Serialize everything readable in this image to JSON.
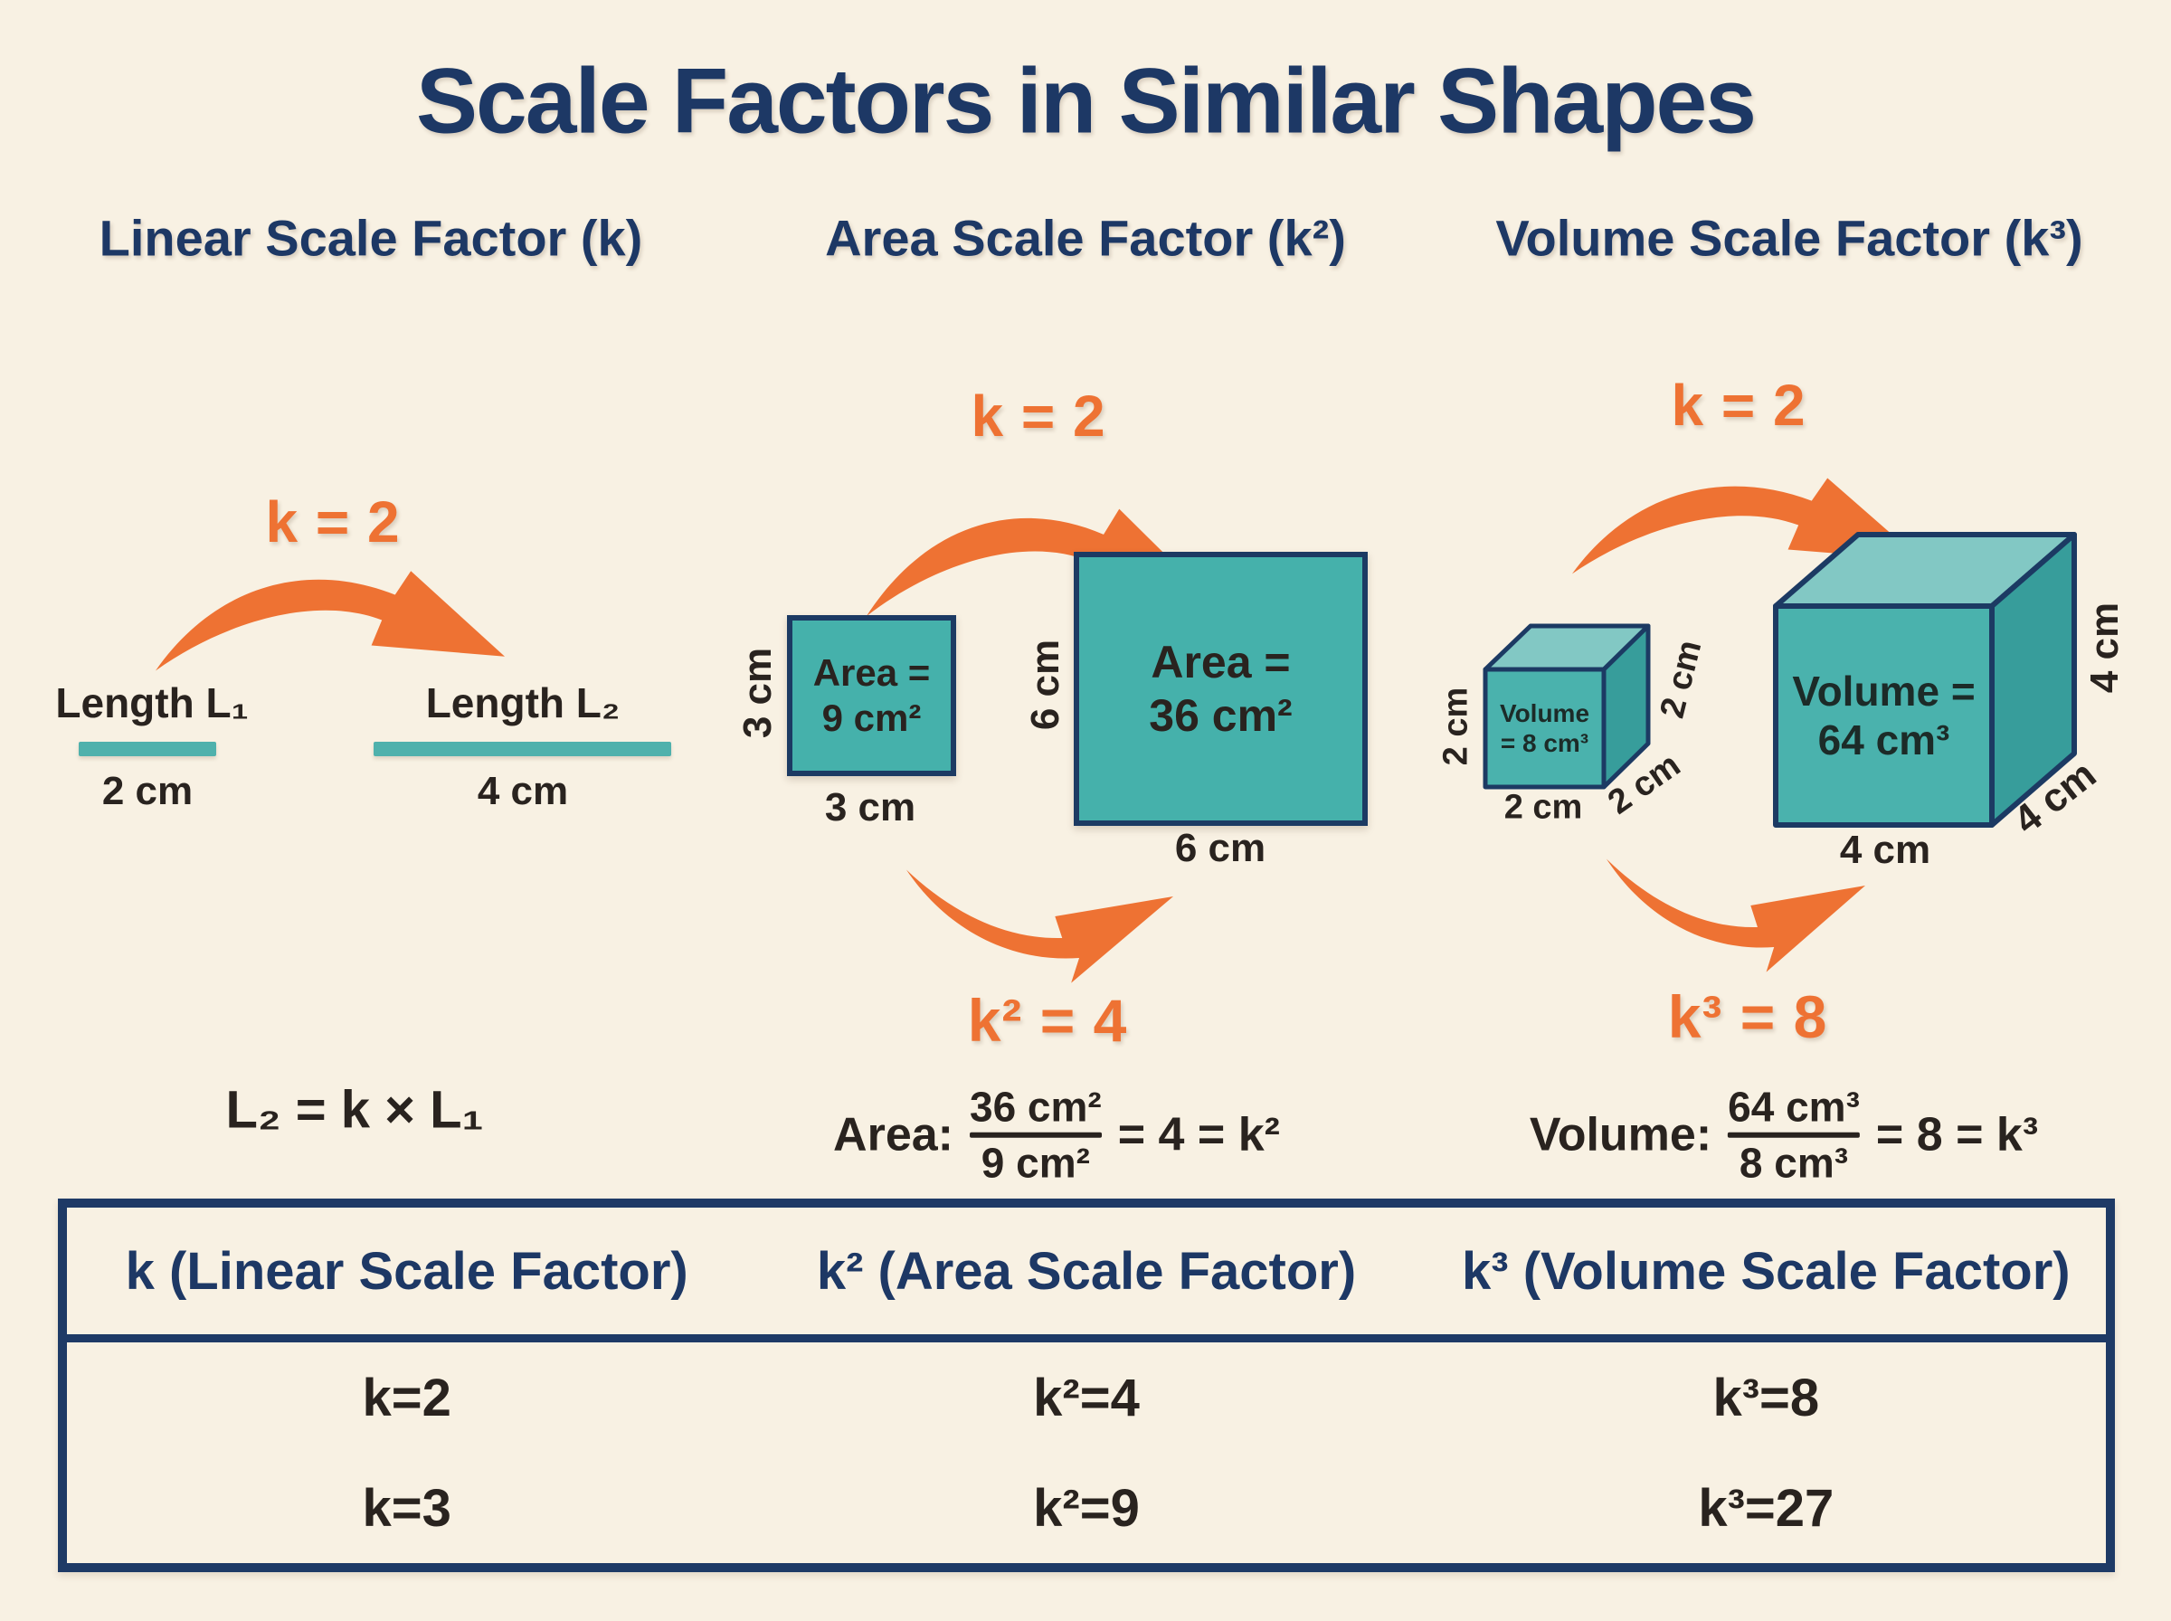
{
  "title": "Scale Factors in Similar Shapes",
  "colors": {
    "background": "#f8f1e3",
    "navy": "#1d3865",
    "orange": "#ee7233",
    "teal": "#45b1ab",
    "teal_top": "#82c8c4",
    "teal_side": "#379d9b",
    "shape_border": "#1c3a63",
    "dark_text": "#29231f"
  },
  "columns": {
    "linear": {
      "header": "Linear Scale Factor (k)",
      "scale_label": "k = 2",
      "segment1": {
        "label": "Length L₁",
        "value": "2 cm"
      },
      "segment2": {
        "label": "Length L₂",
        "value": "4 cm"
      },
      "formula": "L₂ = k × L₁"
    },
    "area": {
      "header": "Area Scale Factor (k²)",
      "scale_label": "k = 2",
      "factor_label": "k² = 4",
      "small_square": {
        "line1": "Area =",
        "line2": "9 cm²",
        "side_left": "3 cm",
        "side_bottom": "3 cm"
      },
      "large_square": {
        "line1": "Area =",
        "line2": "36 cm²",
        "side_left": "6 cm",
        "side_bottom": "6 cm"
      },
      "formula": {
        "label": "Area:",
        "numerator": "36 cm²",
        "denominator": "9 cm²",
        "result": "= 4 = k²"
      }
    },
    "volume": {
      "header": "Volume Scale Factor (k³)",
      "scale_label": "k = 2",
      "factor_label": "k³ = 8",
      "small_cube": {
        "line1": "Volume",
        "line2": "= 8 cm³",
        "side_left": "2 cm",
        "side_right": "2 cm",
        "side_bottom": "2 cm",
        "side_depth": "2 cm"
      },
      "large_cube": {
        "line1": "Volume =",
        "line2": "64 cm³",
        "side_right": "4 cm",
        "side_bottom": "4 cm",
        "side_depth": "4 cm"
      },
      "formula": {
        "label": "Volume:",
        "numerator": "64 cm³",
        "denominator": "8 cm³",
        "result": "= 8 = k³"
      }
    }
  },
  "table": {
    "headers": [
      "k (Linear Scale Factor)",
      "k² (Area Scale Factor)",
      "k³ (Volume Scale Factor)"
    ],
    "rows": [
      [
        "k=2",
        "k²=4",
        "k³=8"
      ],
      [
        "k=3",
        "k²=9",
        "k³=27"
      ]
    ]
  }
}
